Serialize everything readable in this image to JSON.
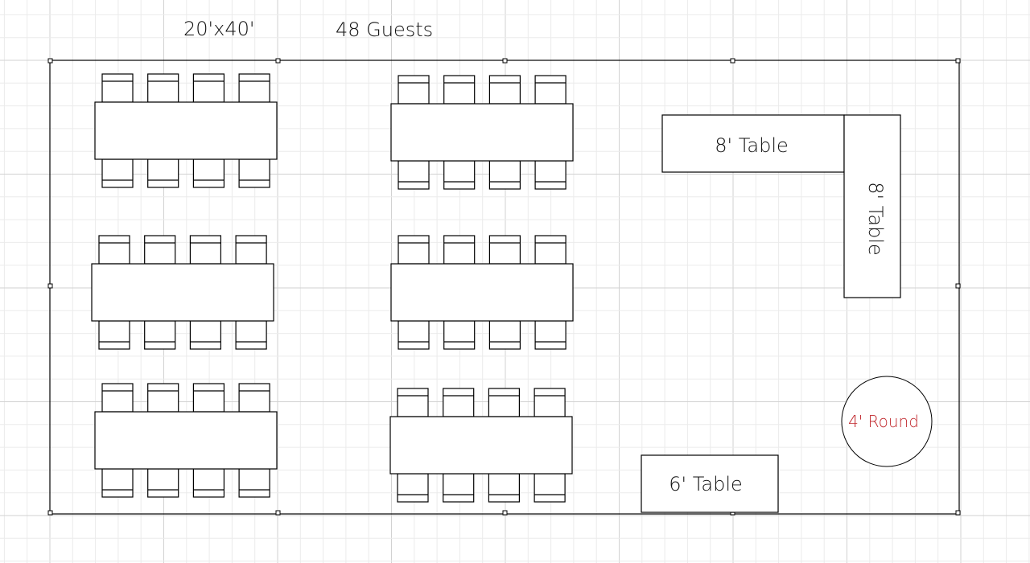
{
  "header": {
    "tent_size": "20'x40'",
    "guest_count": "48 Guests"
  },
  "layout": {
    "banquet_tables": 6,
    "chairs_per_side": 4
  },
  "labels": {
    "head_table_horizontal": "8' Table",
    "head_table_vertical": "8' Table",
    "six_foot_table": "6' Table",
    "round_table": "4' Round"
  },
  "colors": {
    "line": "#000000",
    "grid_minor": "#ebebeb",
    "grid_major": "#d2d2d2",
    "round_label": "#c0282d"
  }
}
